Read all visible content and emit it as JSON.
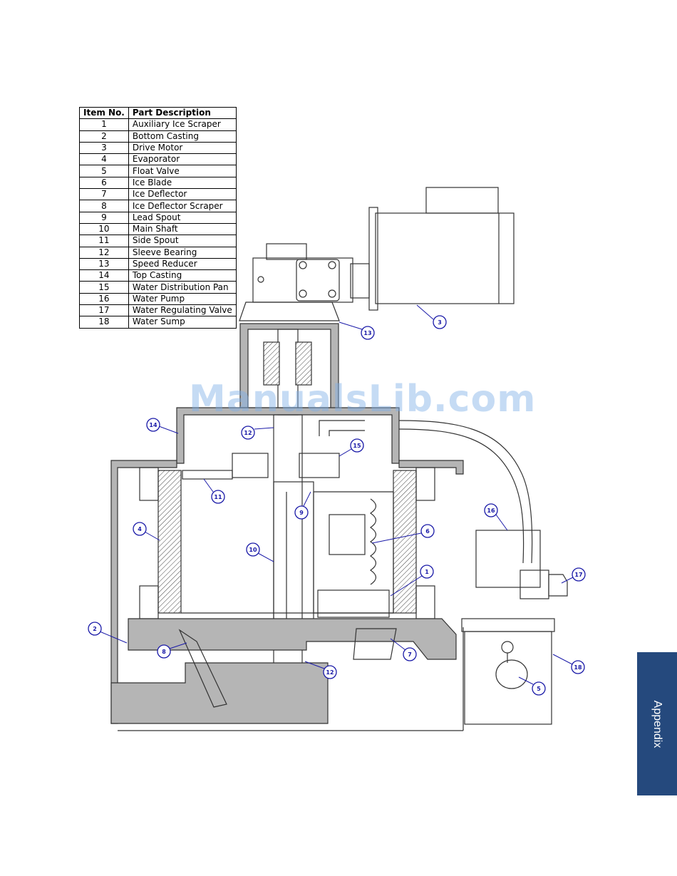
{
  "table": {
    "headers": {
      "item_no": "Item No.",
      "part_description": "Part Description"
    },
    "rows": [
      {
        "num": "1",
        "desc": "Auxiliary Ice Scraper"
      },
      {
        "num": "2",
        "desc": "Bottom Casting"
      },
      {
        "num": "3",
        "desc": "Drive Motor"
      },
      {
        "num": "4",
        "desc": "Evaporator"
      },
      {
        "num": "5",
        "desc": "Float Valve"
      },
      {
        "num": "6",
        "desc": "Ice Blade"
      },
      {
        "num": "7",
        "desc": "Ice Deflector"
      },
      {
        "num": "8",
        "desc": "Ice Deflector Scraper"
      },
      {
        "num": "9",
        "desc": "Lead Spout"
      },
      {
        "num": "10",
        "desc": "Main Shaft"
      },
      {
        "num": "11",
        "desc": "Side Spout"
      },
      {
        "num": "12",
        "desc": "Sleeve Bearing"
      },
      {
        "num": "13",
        "desc": "Speed Reducer"
      },
      {
        "num": "14",
        "desc": "Top Casting"
      },
      {
        "num": "15",
        "desc": "Water Distribution Pan"
      },
      {
        "num": "16",
        "desc": "Water Pump"
      },
      {
        "num": "17",
        "desc": "Water Regulating Valve"
      },
      {
        "num": "18",
        "desc": "Water Sump"
      }
    ]
  },
  "callouts": [
    "1",
    "2",
    "3",
    "4",
    "5",
    "6",
    "7",
    "8",
    "9",
    "10",
    "11",
    "12",
    "12",
    "13",
    "14",
    "15",
    "16",
    "17",
    "18"
  ],
  "watermark": "ManualsLib.com",
  "side_tab": "Appendix",
  "colors": {
    "callout": "#1a1aa8",
    "tab": "#25497d",
    "watermark": "#7fb0e8"
  }
}
